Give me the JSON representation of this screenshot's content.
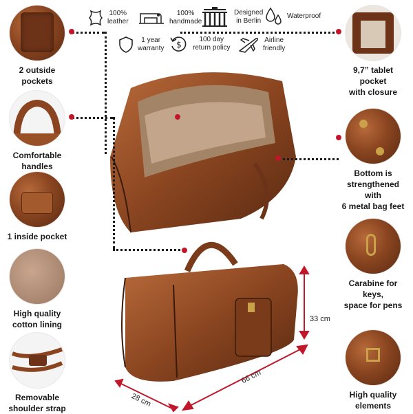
{
  "badges": [
    {
      "icon": "leather-hide-icon",
      "text": "100%\nleather"
    },
    {
      "icon": "sewing-machine-icon",
      "text": "100%\nhandmade"
    },
    {
      "icon": "brandenburg-gate-icon",
      "text": "Designed\nin Berlin"
    },
    {
      "icon": "water-drops-icon",
      "text": "Waterproof"
    },
    {
      "icon": "shield-icon",
      "text": "1 year\nwarranty"
    },
    {
      "icon": "return-money-icon",
      "text": "100 day\nreturn policy"
    },
    {
      "icon": "airplane-icon",
      "text": "Airline\nfriendly"
    }
  ],
  "features_left": [
    {
      "label": "2 outside\npockets"
    },
    {
      "label": "Comfortable\nhandles"
    },
    {
      "label": "1 inside pocket"
    },
    {
      "label": "High quality\ncotton lining"
    },
    {
      "label": "Removable\nshoulder strap"
    }
  ],
  "features_right": [
    {
      "label": "9,7” tablet pocket\nwith closure"
    },
    {
      "label": "Bottom is\nstrengthened with\n6 metal bag feet"
    },
    {
      "label": "Carabine for keys,\nspace for pens"
    },
    {
      "label": "High quality\nelements"
    }
  ],
  "dimensions": {
    "height": "33 cm",
    "length": "66 cm",
    "depth": "28 cm"
  },
  "colors": {
    "accent_red": "#c0182a",
    "leather_mid": "#8a4520",
    "leather_light": "#b86a3a",
    "leather_dark": "#5a2a12"
  }
}
